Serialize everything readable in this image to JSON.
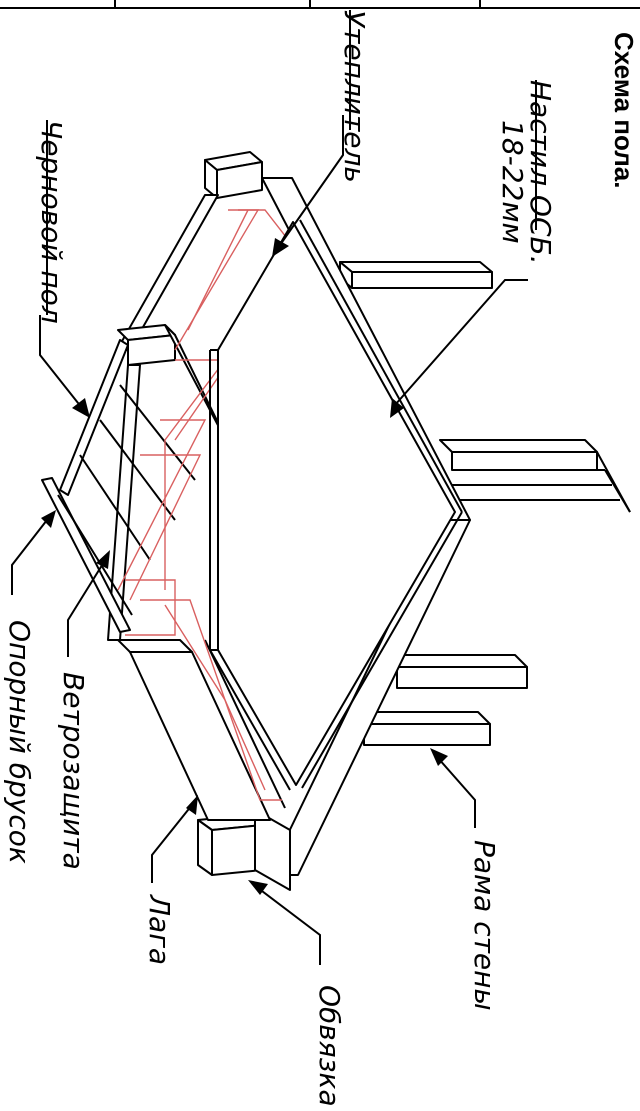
{
  "title": "Схема пола.",
  "labels": {
    "nastil": "Настил ОСБ.",
    "nastil_size": "18-22мм",
    "uteplitel": "Утеплитель",
    "chernovoi_pol": "Черновой пол",
    "opornyi_brusok": "Опорный брусок",
    "vetrozashita": "Ветрозащита",
    "laga": "Лага",
    "obvyazka": "Обвязка",
    "rama_steny": "Рама стены"
  },
  "colors": {
    "line": "#000000",
    "insulation": "#d96060"
  }
}
